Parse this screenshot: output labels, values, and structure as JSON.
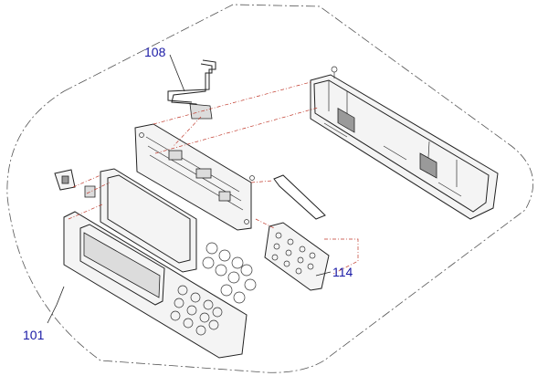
{
  "diagram": {
    "callouts": [
      {
        "id": "108",
        "label": "108"
      },
      {
        "id": "114",
        "label": "114"
      },
      {
        "id": "101",
        "label": "101"
      }
    ],
    "colors": {
      "callout_text": "#1a1aa6",
      "guide_lines": "#c0392b",
      "outline": "#222222"
    }
  }
}
